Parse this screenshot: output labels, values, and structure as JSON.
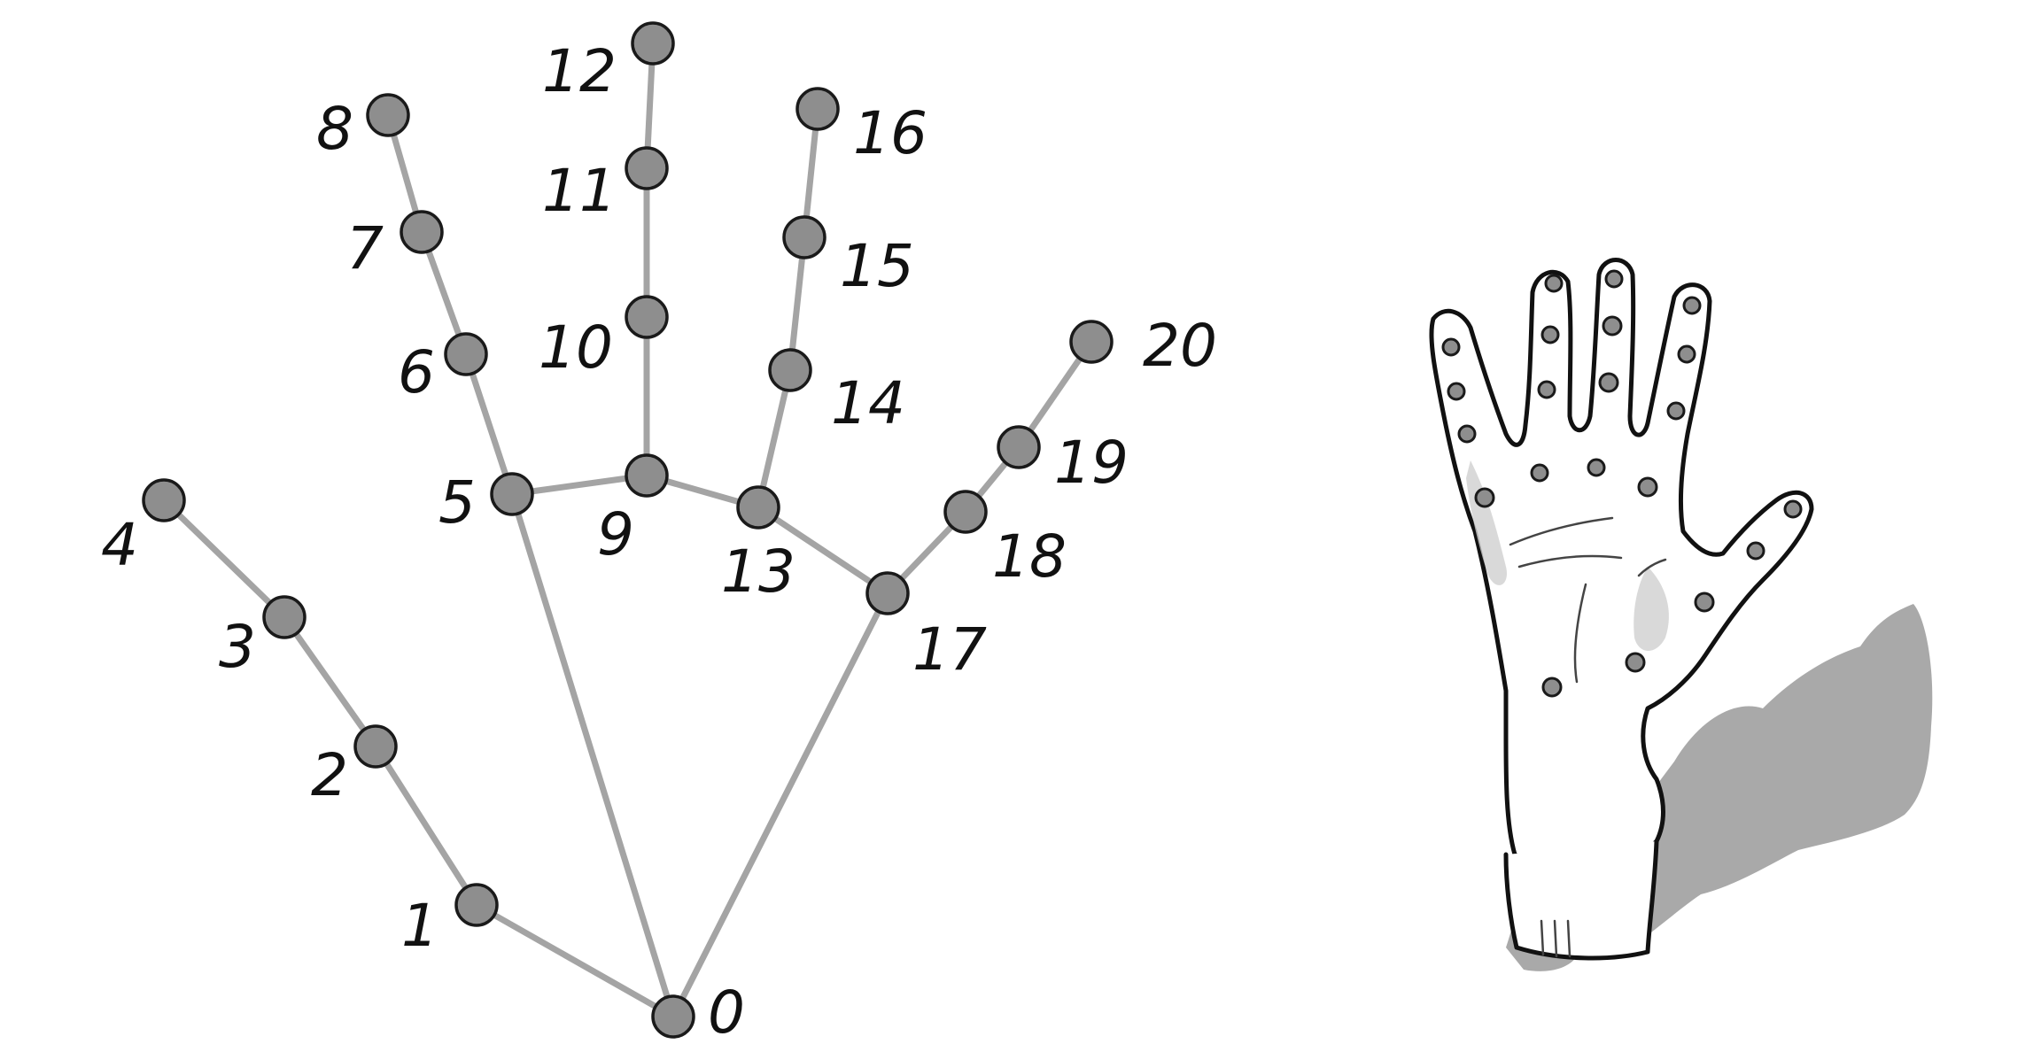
{
  "joints": [
    {
      "id": "0",
      "label": "0"
    },
    {
      "id": "1",
      "label": "1"
    },
    {
      "id": "2",
      "label": "2"
    },
    {
      "id": "3",
      "label": "3"
    },
    {
      "id": "4",
      "label": "4"
    },
    {
      "id": "5",
      "label": "5"
    },
    {
      "id": "6",
      "label": "6"
    },
    {
      "id": "7",
      "label": "7"
    },
    {
      "id": "8",
      "label": "8"
    },
    {
      "id": "9",
      "label": "9"
    },
    {
      "id": "10",
      "label": "10"
    },
    {
      "id": "11",
      "label": "11"
    },
    {
      "id": "12",
      "label": "12"
    },
    {
      "id": "13",
      "label": "13"
    },
    {
      "id": "14",
      "label": "14"
    },
    {
      "id": "15",
      "label": "15"
    },
    {
      "id": "16",
      "label": "16"
    },
    {
      "id": "17",
      "label": "17"
    },
    {
      "id": "18",
      "label": "18"
    },
    {
      "id": "19",
      "label": "19"
    },
    {
      "id": "20",
      "label": "20"
    }
  ],
  "connections": [
    [
      "0",
      "1"
    ],
    [
      "1",
      "2"
    ],
    [
      "2",
      "3"
    ],
    [
      "3",
      "4"
    ],
    [
      "0",
      "5"
    ],
    [
      "5",
      "6"
    ],
    [
      "6",
      "7"
    ],
    [
      "7",
      "8"
    ],
    [
      "5",
      "9"
    ],
    [
      "9",
      "10"
    ],
    [
      "10",
      "11"
    ],
    [
      "11",
      "12"
    ],
    [
      "9",
      "13"
    ],
    [
      "13",
      "14"
    ],
    [
      "14",
      "15"
    ],
    [
      "15",
      "16"
    ],
    [
      "13",
      "17"
    ],
    [
      "0",
      "17"
    ],
    [
      "17",
      "18"
    ],
    [
      "18",
      "19"
    ],
    [
      "19",
      "20"
    ]
  ],
  "colors": {
    "joint_fill": "#8e8e8e",
    "bone": "#a4a4a4",
    "ink": "#111111"
  }
}
